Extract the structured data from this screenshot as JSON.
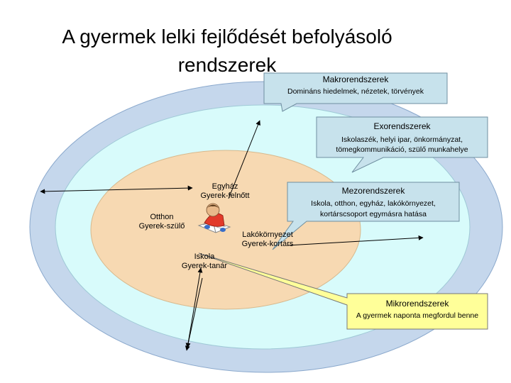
{
  "title": {
    "line1": "A gyermek lelki fejlődését befolyásoló",
    "line2": "rendszerek"
  },
  "colors": {
    "outer_ring": "#c5d7ec",
    "middle_ring": "#d8fbfb",
    "inner_ring": "#f7d9b2",
    "callout_fill": "#c7e2ec",
    "mikro_fill": "#ffff99",
    "mikro_pointer": "#e4e400"
  },
  "macro": {
    "heading": "Makrorendszerek",
    "text": "Domináns hiedelmek, nézetek, törvények"
  },
  "exo": {
    "heading": "Exorendszerek",
    "line1": "Iskolaszék, helyi ipar, önkormányzat,",
    "line2": "tömegkommunikáció, szülő munkahelye"
  },
  "meso": {
    "heading": "Mezorendszerek",
    "line1": "Iskola, otthon, egyház, lakókörnyezet,",
    "line2": "kortárscsoport egymásra hatása"
  },
  "micro": {
    "heading": "Mikrorendszerek",
    "text": "A gyermek naponta megfordul benne"
  },
  "nodes": {
    "church": {
      "line1": "Egyház",
      "line2": "Gyerek-felnőtt"
    },
    "home": {
      "line1": "Otthon",
      "line2": "Gyerek-szülő"
    },
    "neighborhood": {
      "line1": "Lakókörnyezet",
      "line2": "Gyerek-kortárs"
    },
    "school": {
      "line1": "Iskola",
      "line2": "Gyerek-tanár"
    }
  },
  "center_figure": "child-reading-icon"
}
